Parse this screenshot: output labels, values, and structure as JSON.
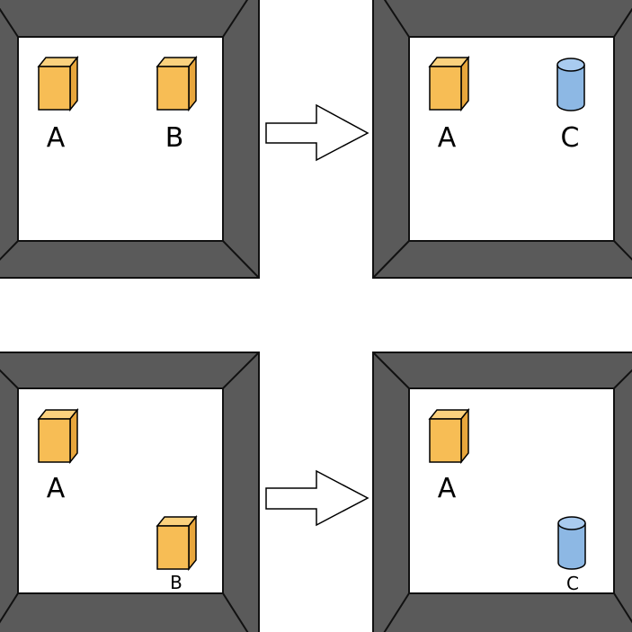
{
  "colors": {
    "frame": "#5a5a5a",
    "frame_stroke": "#111111",
    "floor": "#ffffff",
    "box_front": "#f7bd55",
    "box_top": "#fbd17e",
    "box_side": "#e8a63c",
    "cylinder_fill": "#8db8e4",
    "cylinder_top": "#a9cbef",
    "arrow_fill": "#ffffff"
  },
  "icons": {
    "box": "box-icon",
    "cylinder": "cylinder-icon",
    "arrow": "arrow-right-icon"
  },
  "scenes": [
    {
      "before": {
        "objects": [
          {
            "shape": "box",
            "label": "A"
          },
          {
            "shape": "box",
            "label": "B"
          }
        ]
      },
      "after": {
        "objects": [
          {
            "shape": "box",
            "label": "A"
          },
          {
            "shape": "cylinder",
            "label": "C"
          }
        ]
      }
    },
    {
      "before": {
        "objects": [
          {
            "shape": "box",
            "label": "A"
          },
          {
            "shape": "box",
            "label": "B"
          }
        ]
      },
      "after": {
        "objects": [
          {
            "shape": "box",
            "label": "A"
          },
          {
            "shape": "cylinder",
            "label": "C"
          }
        ]
      }
    }
  ]
}
